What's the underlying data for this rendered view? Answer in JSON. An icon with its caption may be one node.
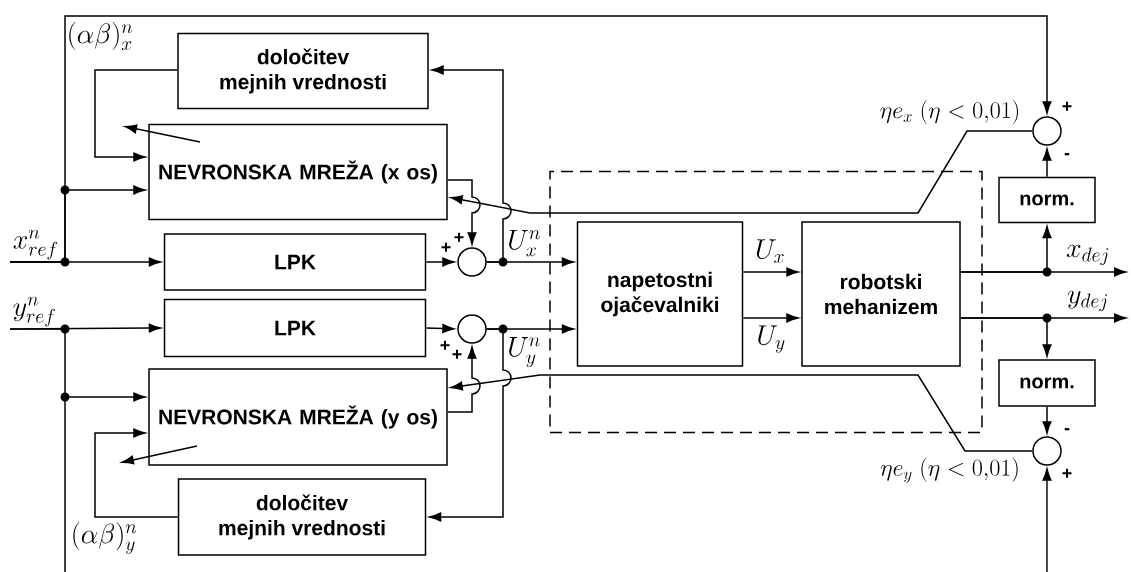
{
  "diagram": {
    "nodes": [
      {
        "text": [
          "določitev mejnih vrednosti"
        ]
      },
      {
        "text": [
          "NEVRONSKA MREŽA (x os)"
        ]
      },
      {
        "text": [
          "LPK"
        ]
      },
      {
        "text": [
          "LPK"
        ]
      },
      {
        "text": [
          "NEVRONSKA MREŽA (y os)"
        ]
      },
      {
        "text": [
          "določitev mejnih vrednosti"
        ]
      },
      {
        "text": [],
        "shape": "circle"
      },
      {
        "text": [],
        "shape": "circle"
      },
      {
        "text": [],
        "shape": "box"
      },
      {
        "text": [
          "napetostni ojačevalniki"
        ],
        "in": 8
      },
      {
        "text": [
          "robotski mehanizem"
        ],
        "in": 8
      },
      {
        "text": [],
        "shape": "circle"
      },
      {
        "text": [
          "norm."
        ]
      },
      {
        "text": [
          "norm."
        ]
      },
      {
        "text": [],
        "shape": "circle"
      },
      {
        "text": [
          "x^{n}_{ref}"
        ]
      },
      {
        "text": [
          "y^{n}_{ref}"
        ]
      }
    ],
    "edges": [
      {
        "from": 15,
        "to": 2,
        "arrow": "to"
      },
      {
        "from": 15,
        "to": 1,
        "arrow": "to"
      },
      {
        "from": 15,
        "to": 11,
        "arrow": "to"
      },
      {
        "from": 0,
        "to": 1,
        "arrow": "to"
      },
      {
        "from": 1,
        "to": 6,
        "arrow": "to"
      },
      {
        "from": 2,
        "to": 6,
        "arrow": "to"
      },
      {
        "from": 6,
        "to": 9,
        "arrow": "to",
        "label": "U^{n}_{x}"
      },
      {
        "from": 6,
        "to": 0,
        "arrow": "to"
      },
      {
        "from": 11,
        "to": 1,
        "arrow": "to"
      },
      {
        "from": 9,
        "to": 10,
        "arrow": "to",
        "label": "U_{x}"
      },
      {
        "from": 9,
        "to": 10,
        "arrow": "to",
        "label": "U_{y}"
      },
      {
        "from": 10,
        "to": null,
        "arrow": "to",
        "label": "x_{dej}"
      },
      {
        "from": 10,
        "to": 12,
        "arrow": "to"
      },
      {
        "from": 12,
        "to": 11,
        "arrow": "to"
      },
      {
        "from": 10,
        "to": null,
        "arrow": "to",
        "label": "y_{dej}"
      },
      {
        "from": 10,
        "to": 13,
        "arrow": "to"
      },
      {
        "from": 13,
        "to": 14,
        "arrow": "to"
      },
      {
        "from": null,
        "to": 14,
        "arrow": "to"
      },
      {
        "from": 14,
        "to": 4,
        "arrow": "to"
      },
      {
        "from": 16,
        "to": 3,
        "arrow": "to"
      },
      {
        "from": 16,
        "to": 4,
        "arrow": "to"
      },
      {
        "from": 3,
        "to": 7,
        "arrow": "to"
      },
      {
        "from": 4,
        "to": 7,
        "arrow": "to"
      },
      {
        "from": 7,
        "to": 9,
        "arrow": "to",
        "label": "U^{n}_{y}"
      },
      {
        "from": 7,
        "to": 5,
        "arrow": "to"
      },
      {
        "from": 5,
        "to": 4,
        "arrow": "to"
      }
    ],
    "labels": [
      "(\\alpha\\beta)^{n}_{x}",
      "+",
      "+",
      "\\eta e_{x}\\ (\\eta<0{,}01)",
      "+",
      "-",
      "+",
      "+",
      "-",
      "\\eta e_{y}\\ (\\eta<0{,}01)",
      "+",
      "(\\alpha\\beta)^{n}_{y}"
    ]
  }
}
